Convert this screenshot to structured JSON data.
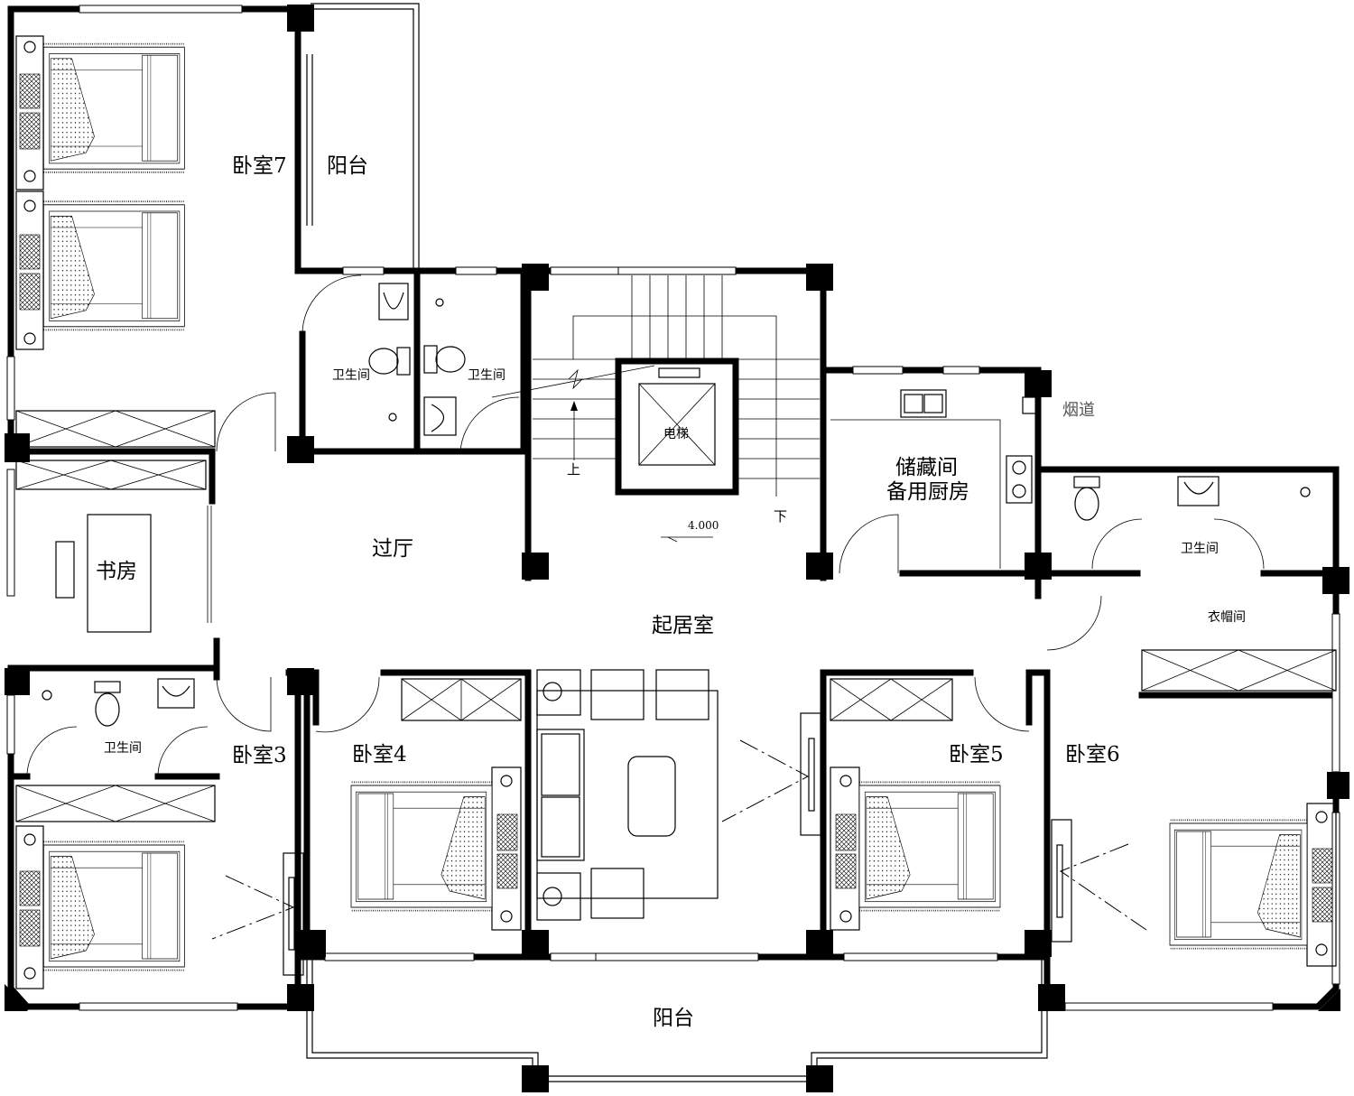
{
  "rooms": {
    "bedroom7": "卧室7",
    "balcony_top": "阳台",
    "wc_left": "卫生间",
    "wc_right": "卫生间",
    "elevator": "电梯",
    "up": "上",
    "down": "下",
    "level": "4.000",
    "flue": "烟道",
    "storage_line1": "储藏间",
    "storage_line2": "备用厨房",
    "wc_east": "卫生间",
    "cloakroom": "衣帽间",
    "study": "书房",
    "hall": "过厅",
    "living": "起居室",
    "wc_west": "卫生间",
    "bedroom3": "卧室3",
    "bedroom4": "卧室4",
    "bedroom5": "卧室5",
    "bedroom6": "卧室6",
    "balcony_bottom": "阳台"
  }
}
